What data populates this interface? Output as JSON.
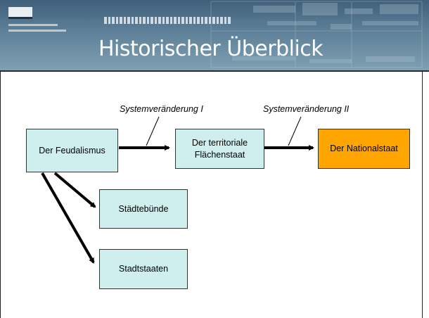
{
  "header": {
    "title": "Historischer Überblick"
  },
  "diagram": {
    "nodes": {
      "feudalismus": "Der Feudalismus",
      "flaechenstaat": "Der territoriale Flächenstaat",
      "nationalstaat": "Der Nationalstaat",
      "staedtebuende": "Städtebünde",
      "stadtstaaten": "Stadtstaaten"
    },
    "labels": {
      "change1": "Systemveränderung I",
      "change2": "Systemveränderung II"
    },
    "colors": {
      "box": "#cfeeee",
      "highlight": "#ffa500"
    }
  }
}
